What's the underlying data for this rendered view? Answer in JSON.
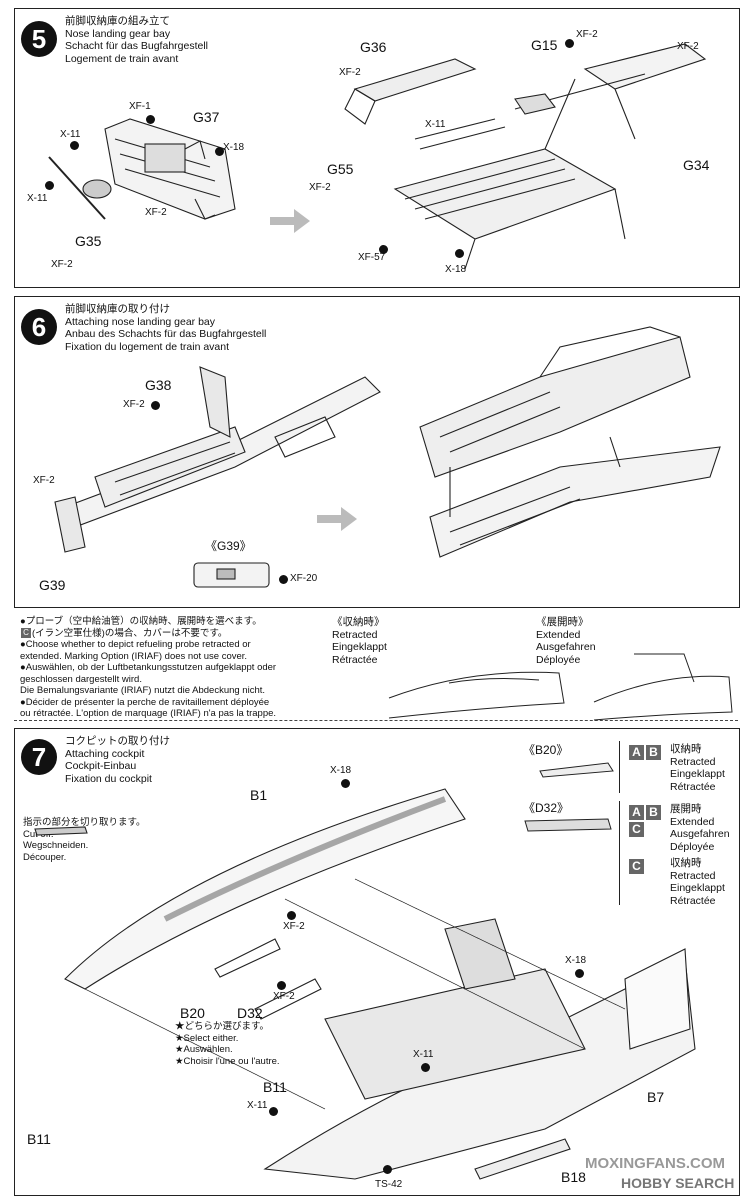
{
  "step5": {
    "number": "5",
    "title_jp": "前脚収納庫の組み立て",
    "title_en": "Nose landing gear bay",
    "title_de": "Schacht für das Bugfahrgestell",
    "title_fr": "Logement de train avant",
    "labels": {
      "g36": "G36",
      "g15": "G15",
      "g37": "G37",
      "g55": "G55",
      "g34": "G34",
      "g35": "G35",
      "xf1": "XF-1",
      "xf2": "XF-2",
      "x11": "X-11",
      "x18": "X-18",
      "xf57": "XF-57"
    }
  },
  "step6": {
    "number": "6",
    "title_jp": "前脚収納庫の取り付け",
    "title_en": "Attaching nose landing gear bay",
    "title_de": "Anbau des Schachts für das Bugfahrgestell",
    "title_fr": "Fixation du logement de train avant",
    "labels": {
      "g38": "G38",
      "g39": "G39",
      "g39_detail": "《G39》",
      "xf2": "XF-2",
      "xf20": "XF-20"
    }
  },
  "probe": {
    "lines": [
      "●プローブ（空中給油管）の収納時、展開時を選べます。",
      "(イラン空軍仕様)の場合、カバーは不要です。",
      "●Choose whether to depict refueling probe retracted or",
      "extended. Marking Option (IRIAF) does not use cover.",
      "●Auswählen, ob der Luftbetankungsstutzen aufgeklappt oder",
      "geschlossen dargestellt wird.",
      "Die Bemalungsvariante (IRIAF) nutzt die Abdeckung nicht.",
      "●Décider de présenter la perche de ravitaillement déployée",
      "ou rétractée. L'option de marquage (IRIAF) n'a pas la trappe."
    ],
    "option_letter": "C",
    "retracted": {
      "jp": "《収納時》",
      "en": "Retracted",
      "de": "Eingeklappt",
      "fr": "Rétractée"
    },
    "extended": {
      "jp": "《展開時》",
      "en": "Extended",
      "de": "Ausgefahren",
      "fr": "Déployée"
    }
  },
  "step7": {
    "number": "7",
    "title_jp": "コクピットの取り付け",
    "title_en": "Attaching cockpit",
    "title_de": "Cockpit-Einbau",
    "title_fr": "Fixation du cockpit",
    "cut_note": [
      "指示の部分を切り取ります。",
      "Cut off.",
      "Wegschneiden.",
      "Découper."
    ],
    "select_note": [
      "★どちらか選びます。",
      "★Select either.",
      "★Auswählen.",
      "★Choisir l'une ou l'autre."
    ],
    "labels": {
      "b1": "B1",
      "b20": "B20",
      "d32": "D32",
      "b11": "B11",
      "b11b": "B11",
      "b18": "B18",
      "b7": "B7",
      "x18": "X-18",
      "xf2": "XF-2",
      "x11": "X-11",
      "ts42": "TS-42",
      "b20_detail": "《B20》",
      "d32_detail": "《D32》"
    },
    "options": {
      "ab_retracted": {
        "letters": [
          "A",
          "B"
        ],
        "jp": "収納時",
        "en": "Retracted",
        "de": "Eingeklappt",
        "fr": "Rétractée"
      },
      "abc_extended": {
        "letters": [
          "A",
          "B",
          "C"
        ],
        "jp": "展開時",
        "en": "Extended",
        "de": "Ausgefahren",
        "fr": "Déployée"
      },
      "c_retracted": {
        "letters": [
          "C"
        ],
        "jp": "収納時",
        "en": "Retracted",
        "de": "Eingeklappt",
        "fr": "Rétractée"
      }
    }
  },
  "watermark": {
    "site": "MOXINGFANS.COM",
    "brand": "HOBBY SEARCH"
  },
  "colors": {
    "ink": "#111111",
    "option_box": "#666666"
  }
}
